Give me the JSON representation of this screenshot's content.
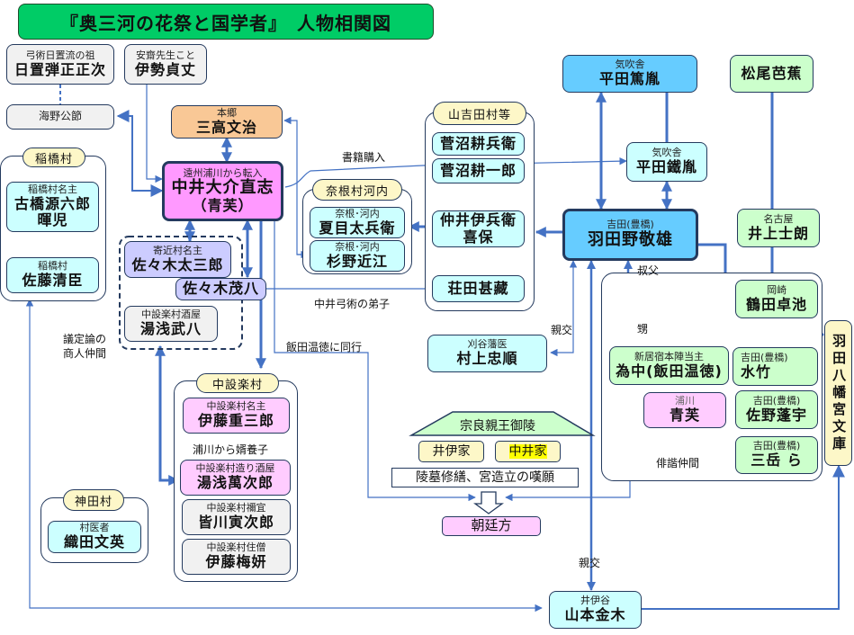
{
  "title": "『奥三河の花祭と国学者』　人物相関図",
  "colors": {
    "accent_line": "#4472c4",
    "title_bg": "#00cc66"
  },
  "groups": {
    "inahashi": "稲橋村",
    "yamayoshida": "山吉田村等",
    "nene": "奈根村河内",
    "nakashitara": "中設楽村",
    "kanda": "神田村",
    "haikai": "俳諧仲間"
  },
  "people": {
    "heki": {
      "sub": "弓術日置流の祖",
      "name": "日置弾正正次"
    },
    "ise": {
      "sub": "安齋先生こと",
      "name": "伊勢貞丈"
    },
    "unno": {
      "name": "海野公節"
    },
    "mitaka": {
      "sub": "本郷",
      "name": "三高文治"
    },
    "nakai": {
      "sub": "遠州浦川から転入",
      "name": "中井大介直志",
      "alias": "（青芙）"
    },
    "furuhashi": {
      "sub": "稲橋村名主",
      "name": "古橋源六郎",
      "alias": "暉児"
    },
    "sato": {
      "sub": "稲橋村",
      "name": "佐藤清臣"
    },
    "sasaki_ta": {
      "sub": "寄近村名主",
      "name": "佐々木太三郎"
    },
    "sasaki_mo": {
      "name": "佐々木茂八"
    },
    "yuasa_bu": {
      "sub": "中設楽村酒屋",
      "name": "湯浅武八"
    },
    "suganuma_h": {
      "name": "菅沼耕兵衛"
    },
    "suganuma_i": {
      "name": "菅沼耕一郎"
    },
    "natsume": {
      "sub": "奈根･河内",
      "name": "夏目太兵衛"
    },
    "sugino": {
      "sub": "奈根･河内",
      "name": "杉野近江"
    },
    "nakai_ihe": {
      "name": "仲井伊兵衛",
      "alias": "喜保"
    },
    "shoda": {
      "name": "荘田甚藏"
    },
    "hirata_a": {
      "sub": "気吹舎",
      "name": "平田篤胤"
    },
    "hirata_k": {
      "sub": "気吹舎",
      "name": "平田鐵胤"
    },
    "hatano": {
      "sub": "吉田(豊橋)",
      "name": "羽田野敬雄"
    },
    "basho": {
      "name": "松尾芭蕉"
    },
    "inoue": {
      "sub": "名古屋",
      "name": "井上士朗"
    },
    "tsuruta": {
      "sub": "岡崎",
      "name": "鶴田卓池"
    },
    "tamenaka": {
      "sub": "新居宿本陣当主",
      "name": "為中(飯田温徳)"
    },
    "mizutake": {
      "sub": "吉田(豊橋)",
      "name": "水竹"
    },
    "seifu": {
      "sub": "浦川",
      "name": "青芙"
    },
    "sano": {
      "sub": "吉田(豊橋)",
      "name": "佐野蓬宇"
    },
    "sangaku": {
      "sub": "吉田(豊橋)",
      "name": "三岳 ら"
    },
    "murakami": {
      "sub": "刈谷藩医",
      "name": "村上忠順"
    },
    "ito_ju": {
      "sub": "中設楽村名主",
      "name": "伊藤重三郎"
    },
    "yuasa_ma": {
      "sub": "中設楽村造り酒屋",
      "name": "湯浅萬次郎"
    },
    "minagawa": {
      "sub": "中設楽村禰宜",
      "name": "皆川寅次郎"
    },
    "ito_bai": {
      "sub": "中設楽村住僧",
      "name": "伊藤梅妍"
    },
    "oda": {
      "sub": "村医者",
      "name": "織田文英"
    },
    "yamamoto": {
      "sub": "井伊谷",
      "name": "山本金木"
    }
  },
  "hachiman_bunko": "羽田八幡宮文庫",
  "mausoleum": {
    "title": "宗良親王御陵",
    "family1": "井伊家",
    "family2": "中井家",
    "petition": "陵墓修繕、宮造立の嘆願",
    "court": "朝廷方"
  },
  "labels": {
    "book_purchase": "書籍購入",
    "nakai_disciple": "中井弓術の弟子",
    "accompany": "飯田温徳に同行",
    "merchant_1": "議定論の",
    "merchant_2": "商人仲間",
    "adopted": "浦川から婿養子",
    "friendship1": "親交",
    "uncle": "叔父",
    "nephew": "甥",
    "friendship2": "親交"
  }
}
